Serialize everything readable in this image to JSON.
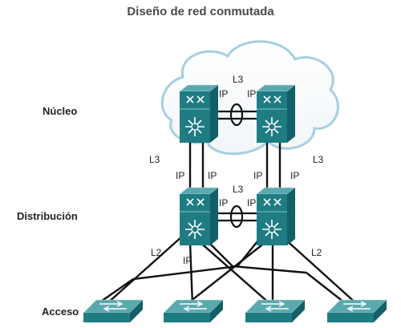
{
  "title": "Diseño de red conmutada",
  "tiers": {
    "core": "Núcleo",
    "distribution": "Distribución",
    "access": "Acceso"
  },
  "labels": {
    "core_l3": "L3",
    "core_ip_left": "IP",
    "core_ip_right": "IP",
    "uplink_l3_left": "L3",
    "uplink_l3_right": "L3",
    "uplink_ip_1": "IP",
    "uplink_ip_2": "IP",
    "uplink_ip_3": "IP",
    "uplink_ip_4": "IP",
    "dist_l3": "L3",
    "dist_ip_left": "IP",
    "dist_ip_right": "IP",
    "access_l2_left": "L2",
    "access_l2_right": "L2",
    "access_ip": "IP"
  },
  "colors": {
    "device_top": "#5aa9ae",
    "device_front": "#1f7c83",
    "device_dark": "#136066",
    "link": "#111111",
    "cloud_stroke": "#a6cfe0"
  }
}
